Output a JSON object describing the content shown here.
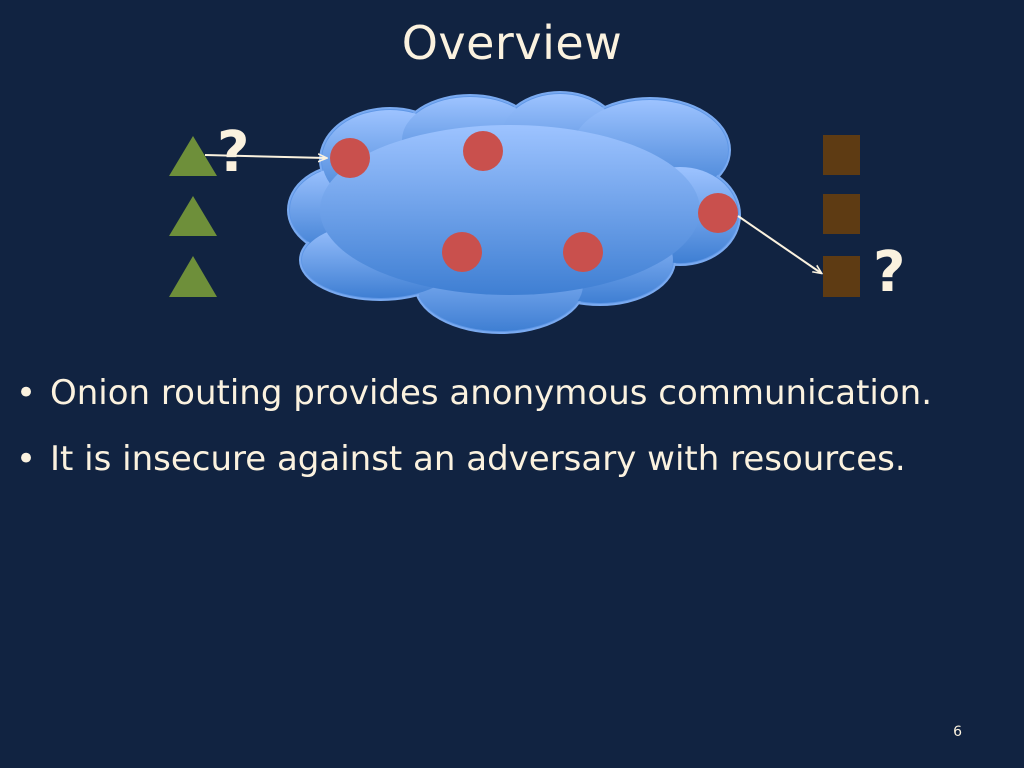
{
  "slide": {
    "title": "Overview",
    "page_number": "6"
  },
  "diagram": {
    "sender_question_mark": "?",
    "receiver_question_mark": "?",
    "senders": [
      "sender-1",
      "sender-2",
      "sender-3"
    ],
    "receivers": [
      "receiver-1",
      "receiver-2",
      "receiver-3"
    ],
    "relays": [
      "relay-1",
      "relay-2",
      "relay-3",
      "relay-4",
      "relay-5"
    ],
    "colors": {
      "background": "#112341",
      "sender_triangle": "#6e8f3a",
      "receiver_square": "#5e3b13",
      "relay_node": "#c9504d",
      "cloud_top": "#9dc3ff",
      "cloud_bottom": "#3f7fd3",
      "text": "#fbf2df"
    }
  },
  "bullets": [
    "Onion routing provides anonymous communication.",
    "It is insecure against an adversary with resources."
  ]
}
